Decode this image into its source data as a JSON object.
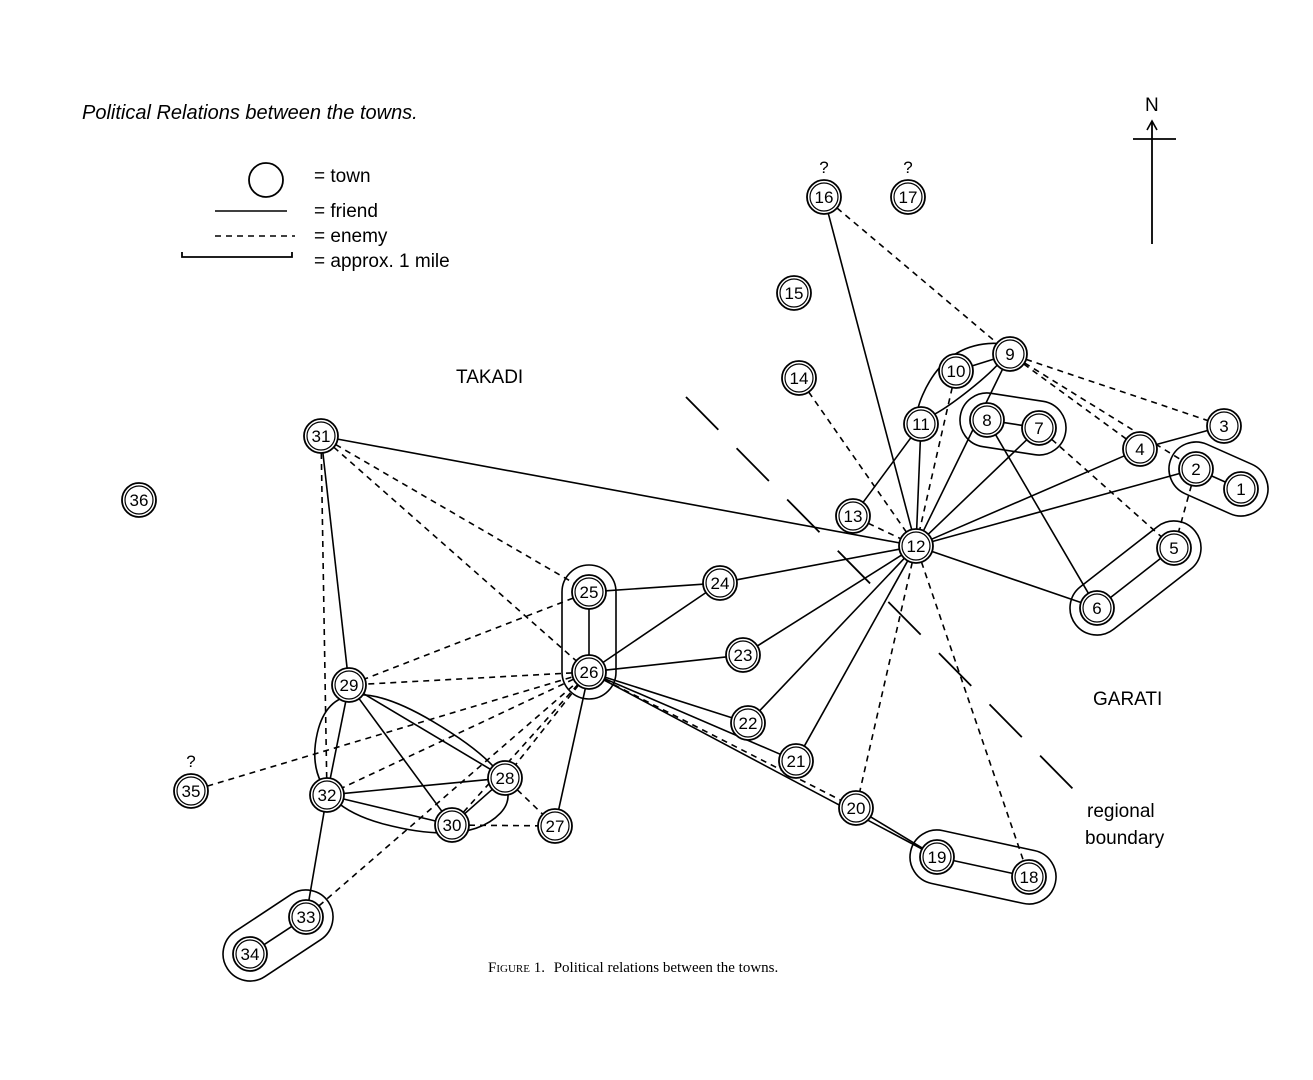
{
  "title": "Political Relations between the towns.",
  "legend": {
    "town": "= town",
    "friend": "= friend",
    "enemy": "= enemy",
    "mile": "= approx. 1 mile"
  },
  "compass": "N",
  "regions": {
    "takadi": "TAKADI",
    "garati": "GARATI"
  },
  "boundary_label": {
    "line1": "regional",
    "line2": "boundary"
  },
  "caption": {
    "figure": "Figure 1.",
    "text": "Political relations between the towns."
  },
  "unknown_mark": "?",
  "towns": [
    "1",
    "2",
    "3",
    "4",
    "5",
    "6",
    "7",
    "8",
    "9",
    "10",
    "11",
    "12",
    "13",
    "14",
    "15",
    "16",
    "17",
    "18",
    "19",
    "20",
    "21",
    "22",
    "23",
    "24",
    "25",
    "26",
    "27",
    "28",
    "29",
    "30",
    "31",
    "32",
    "33",
    "34",
    "35",
    "36"
  ],
  "unknown_towns": [
    "16",
    "17",
    "35"
  ],
  "relations": {
    "friend": [
      [
        "1",
        "2"
      ],
      [
        "3",
        "4"
      ],
      [
        "2",
        "12"
      ],
      [
        "4",
        "12"
      ],
      [
        "5",
        "6"
      ],
      [
        "6",
        "12"
      ],
      [
        "7",
        "8"
      ],
      [
        "7",
        "12"
      ],
      [
        "9",
        "10"
      ],
      [
        "9",
        "12"
      ],
      [
        "11",
        "12"
      ],
      [
        "11",
        "13"
      ],
      [
        "12",
        "16"
      ],
      [
        "12",
        "31"
      ],
      [
        "12",
        "24"
      ],
      [
        "12",
        "23"
      ],
      [
        "12",
        "22"
      ],
      [
        "12",
        "21"
      ],
      [
        "6",
        "8"
      ],
      [
        "24",
        "26"
      ],
      [
        "25",
        "24"
      ],
      [
        "25",
        "26"
      ],
      [
        "26",
        "23"
      ],
      [
        "26",
        "22"
      ],
      [
        "26",
        "21"
      ],
      [
        "26",
        "19"
      ],
      [
        "26",
        "27"
      ],
      [
        "18",
        "19"
      ],
      [
        "19",
        "20"
      ],
      [
        "29",
        "32"
      ],
      [
        "29",
        "28"
      ],
      [
        "29",
        "30"
      ],
      [
        "31",
        "29"
      ],
      [
        "32",
        "28"
      ],
      [
        "32",
        "30"
      ],
      [
        "28",
        "30"
      ],
      [
        "32",
        "33"
      ],
      [
        "33",
        "34"
      ]
    ],
    "enemy": [
      [
        "16",
        "9"
      ],
      [
        "14",
        "12"
      ],
      [
        "9",
        "3"
      ],
      [
        "9",
        "4"
      ],
      [
        "9",
        "2"
      ],
      [
        "10",
        "12"
      ],
      [
        "13",
        "12"
      ],
      [
        "7",
        "5"
      ],
      [
        "2",
        "5"
      ],
      [
        "12",
        "20"
      ],
      [
        "12",
        "18"
      ],
      [
        "31",
        "25"
      ],
      [
        "31",
        "26"
      ],
      [
        "31",
        "32"
      ],
      [
        "25",
        "29"
      ],
      [
        "26",
        "29"
      ],
      [
        "26",
        "32"
      ],
      [
        "26",
        "28"
      ],
      [
        "26",
        "30"
      ],
      [
        "26",
        "20"
      ],
      [
        "35",
        "26"
      ],
      [
        "33",
        "26"
      ],
      [
        "30",
        "27"
      ],
      [
        "28",
        "27"
      ]
    ]
  },
  "alliances": [
    [
      "10",
      "11",
      "9"
    ],
    [
      "8",
      "7"
    ],
    [
      "2",
      "1"
    ],
    [
      "5",
      "6"
    ],
    [
      "25",
      "26"
    ],
    [
      "29",
      "32",
      "28",
      "30"
    ],
    [
      "19",
      "18"
    ],
    [
      "33",
      "34"
    ]
  ]
}
